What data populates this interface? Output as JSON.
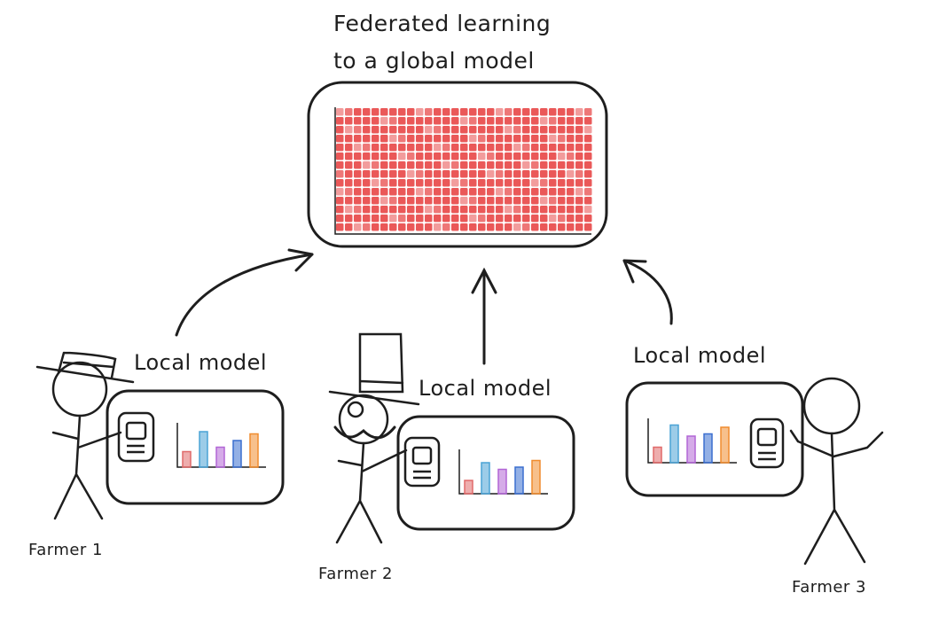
{
  "title": {
    "line1": "Federated learning",
    "line2": "to a global model"
  },
  "local_models": [
    {
      "label": "Local model",
      "bars": [
        0.35,
        0.8,
        0.45,
        0.6,
        0.75
      ]
    },
    {
      "label": "Local model",
      "bars": [
        0.3,
        0.7,
        0.55,
        0.6,
        0.75
      ]
    },
    {
      "label": "Local model",
      "bars": [
        0.35,
        0.85,
        0.6,
        0.65,
        0.8
      ]
    }
  ],
  "farmers": [
    {
      "name": "Farmer 1"
    },
    {
      "name": "Farmer 2"
    },
    {
      "name": "Farmer 3"
    }
  ],
  "colors": {
    "ink": "#1e1e1e",
    "grid": "#e84a4a",
    "bars": [
      "#e06a6a",
      "#4aa3d6",
      "#b266d6",
      "#3b6fcf",
      "#f08c2e"
    ]
  }
}
